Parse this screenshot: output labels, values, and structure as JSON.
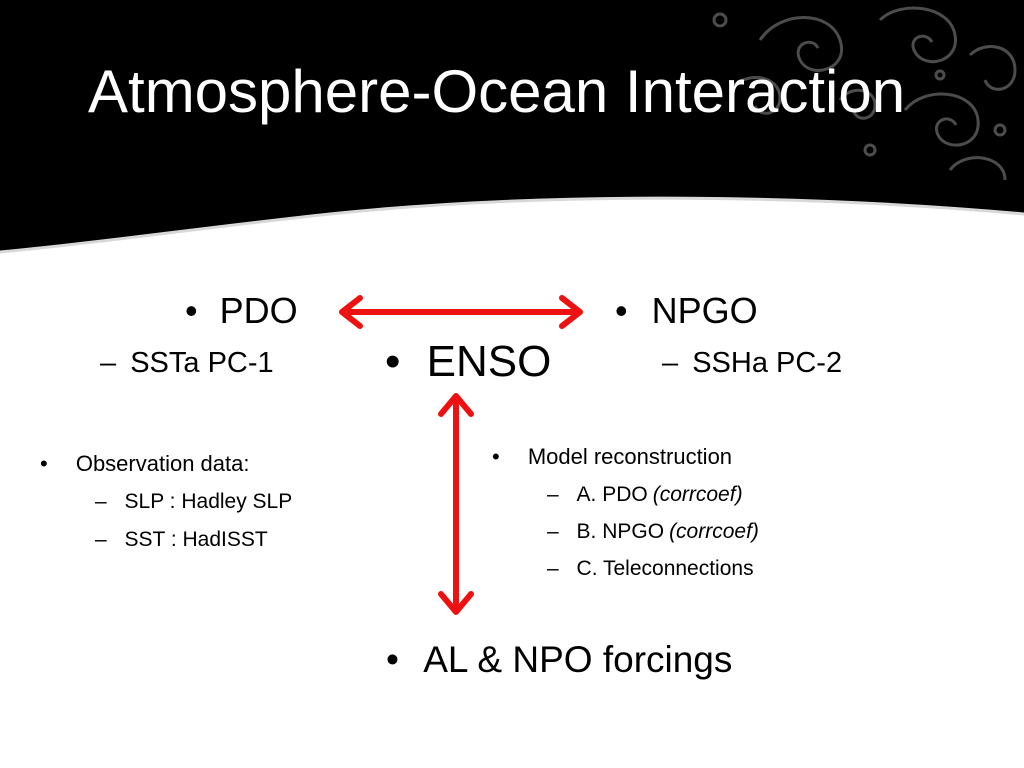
{
  "slide": {
    "title": "Atmosphere-Ocean Interaction",
    "bullet": "•",
    "dash": "–",
    "left": {
      "main": "PDO",
      "sub": "SSTa PC-1"
    },
    "center": {
      "main": "ENSO"
    },
    "right": {
      "main": "NPGO",
      "sub": "SSHa PC-2"
    },
    "bottom": {
      "main": "AL & NPO forcings"
    },
    "observation": {
      "heading": "Observation data:",
      "items": [
        "SLP : Hadley SLP",
        "SST : HadISST"
      ]
    },
    "model": {
      "heading": "Model reconstruction",
      "items": [
        {
          "text": "A. PDO ",
          "note": "(corrcoef)"
        },
        {
          "text": "B. NPGO ",
          "note": "(corrcoef)"
        },
        {
          "text": "C. Teleconnections",
          "note": ""
        }
      ]
    },
    "colors": {
      "banner": "#000000",
      "arrow": "#ee1111",
      "text": "#000000",
      "title": "#ffffff"
    }
  }
}
